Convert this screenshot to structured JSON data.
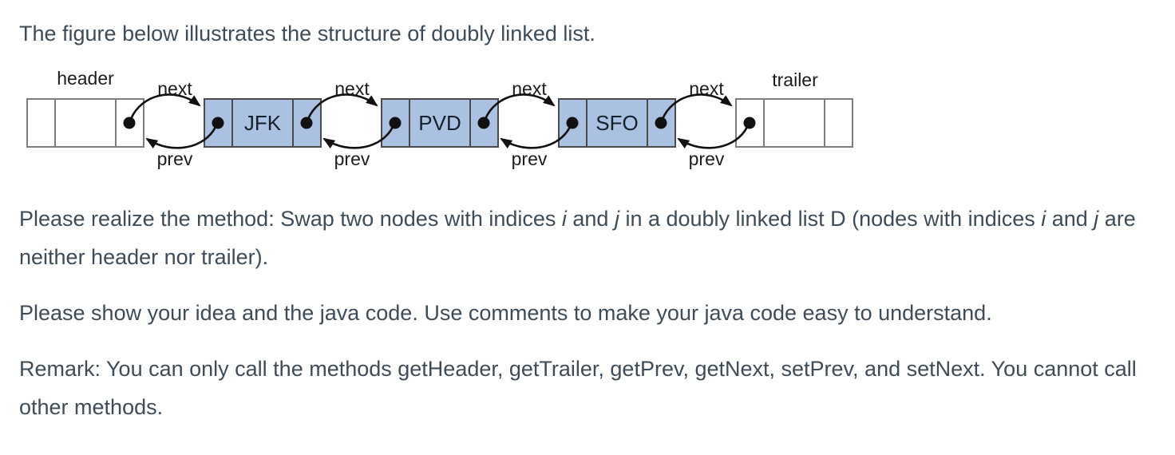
{
  "colors": {
    "body_text": "#3e4c59",
    "diagram_text": "#1c1c1c",
    "node_fill": "#abc1e1",
    "node_border": "#4a4a4a",
    "white_node_border": "#7d7d7d",
    "arrow": "#111111"
  },
  "intro": "The figure below illustrates the structure of doubly linked list.",
  "diagram": {
    "header_label": "header",
    "trailer_label": "trailer",
    "edge_labels": {
      "next": "next",
      "prev": "prev"
    },
    "nodes": [
      "JFK",
      "PVD",
      "SFO"
    ]
  },
  "task": {
    "segments": [
      {
        "text": "Please realize the method: Swap two nodes with indices ",
        "italic": false
      },
      {
        "text": "i",
        "italic": true
      },
      {
        "text": " and ",
        "italic": false
      },
      {
        "text": "j",
        "italic": true
      },
      {
        "text": " in a doubly linked list D (nodes with indices ",
        "italic": false
      },
      {
        "text": "i",
        "italic": true
      },
      {
        "text": " and ",
        "italic": false
      },
      {
        "text": "j",
        "italic": true
      },
      {
        "text": " are neither header nor trailer).",
        "italic": false
      }
    ]
  },
  "idea_text": "Please show your idea and the java code. Use comments to make your java code easy to understand.",
  "remark_text": "Remark: You can only call the methods getHeader, getTrailer, getPrev, getNext, setPrev, and setNext. You cannot call other methods."
}
